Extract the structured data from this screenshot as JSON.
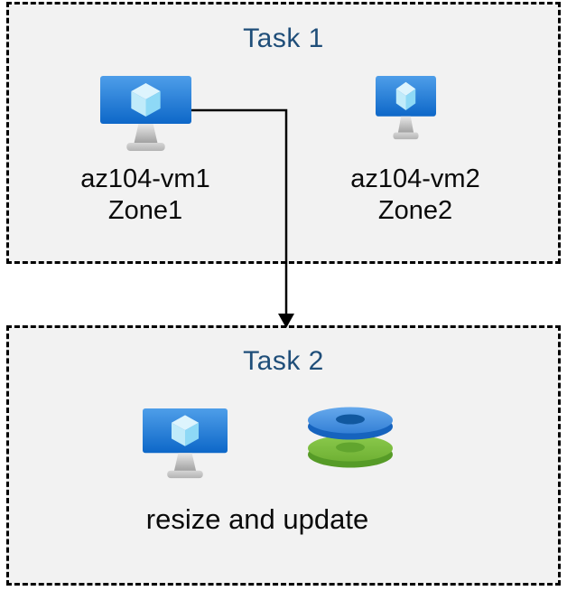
{
  "diagram": {
    "task1": {
      "title": "Task 1",
      "vm1": {
        "name": "az104-vm1",
        "zone": "Zone1"
      },
      "vm2": {
        "name": "az104-vm2",
        "zone": "Zone2"
      }
    },
    "task2": {
      "title": "Task 2",
      "caption": "resize and update"
    },
    "flow": {
      "from": "az104-vm1",
      "to": "Task 2"
    }
  },
  "icons": {
    "vm": "azure-virtual-machine-icon",
    "disks": "azure-managed-disks-icon"
  },
  "colors": {
    "box_background": "#F2F2F2",
    "box_border": "#000000",
    "title_text": "#1F4E79",
    "label_text": "#0A0A0A",
    "arrow": "#000000",
    "vm_screen_top": "#4E9EE9",
    "vm_screen_bottom": "#0D67C8",
    "cube_top": "#DDF4FD",
    "cube_left": "#C0EBFA",
    "cube_right": "#8ED9F6",
    "disk_blue_top": "#4E95E3",
    "disk_blue_side": "#1663BE",
    "disk_blue_hole": "#11589F",
    "disk_green_top": "#7CBD40",
    "disk_green_side": "#569B27",
    "disk_green_hole": "#61A52E"
  }
}
